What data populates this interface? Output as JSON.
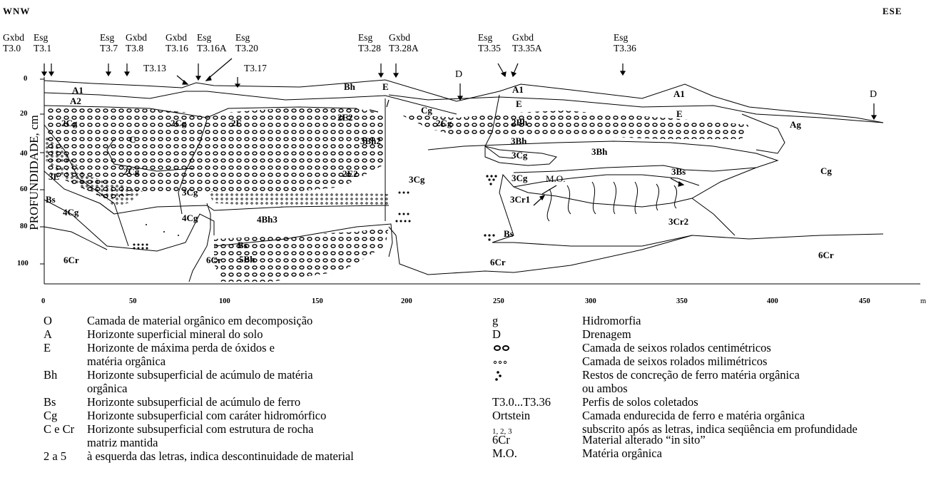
{
  "header": {
    "left_dir": "WNW",
    "right_dir": "ESE"
  },
  "profiles": [
    {
      "cls": "Gxbd",
      "id": "T3.0"
    },
    {
      "cls": "Esg",
      "id": "T3.1"
    },
    {
      "cls": "Esg",
      "id": "T3.7"
    },
    {
      "cls": "Gxbd",
      "id": "T3.8"
    },
    {
      "cls": "Gxbd",
      "id": "T3.16"
    },
    {
      "cls": "Esg",
      "id": "T3.16A"
    },
    {
      "cls": "Esg",
      "id": "T3.20"
    },
    {
      "cls": "Esg",
      "id": "T3.28"
    },
    {
      "cls": "Gxbd",
      "id": "T3.28A"
    },
    {
      "cls": "Esg",
      "id": "T3.35"
    },
    {
      "cls": "Gxbd",
      "id": "T3.35A"
    },
    {
      "cls": "Esg",
      "id": "T3.36"
    }
  ],
  "minor_profiles": [
    "T3.13",
    "T3.17"
  ],
  "drainage_labels": [
    "D",
    "D"
  ],
  "y_axis": {
    "label": "PROFUNDIDADE, cm",
    "ticks": [
      "0",
      "20",
      "40",
      "60",
      "80",
      "100"
    ]
  },
  "x_axis": {
    "ticks": [
      "0",
      "50",
      "100",
      "150",
      "200",
      "250",
      "300",
      "350",
      "400",
      "450"
    ],
    "unit": "m"
  },
  "horizons": [
    "A1",
    "A2",
    "2Cg",
    "C",
    "2Cg",
    "2E",
    "3E",
    "Bs",
    "2Cg",
    "3Cg",
    "4Cg",
    "4Cg",
    "4Bh3",
    "6Cr",
    "6Cr",
    "Bs",
    "5Bh",
    "Bh",
    "E",
    "2E2",
    "3Bh2",
    "2E2",
    "Cg",
    "3Cg",
    "2Cg",
    "A1",
    "E",
    "2Bh",
    "3Bh",
    "3Cg",
    "3Cg",
    "M.O.",
    "3Cr1",
    "Bs",
    "6Cr",
    "3Bh",
    "A1",
    "E",
    "3Bs",
    "Ag",
    "Cg",
    "3Cr2",
    "6Cr"
  ],
  "legend_left": [
    {
      "sym": "O",
      "desc": [
        "Camada de material orgânico em decomposição"
      ]
    },
    {
      "sym": "A",
      "desc": [
        "Horizonte superficial mineral do solo"
      ]
    },
    {
      "sym": "E",
      "desc": [
        "Horizonte de máxima perda de óxidos e",
        "matéria orgânica"
      ]
    },
    {
      "sym": "Bh",
      "desc": [
        "Horizonte subsuperficial de acúmulo de matéria",
        "orgânica"
      ]
    },
    {
      "sym": "Bs",
      "desc": [
        "Horizonte subsuperficial de acúmulo de ferro"
      ]
    },
    {
      "sym": "Cg",
      "desc": [
        "Horizonte subsuperficial com caráter hidromórfico"
      ]
    },
    {
      "sym": "C e Cr",
      "desc": [
        "Horizonte subsuperficial com estrutura de rocha",
        "matriz mantida"
      ]
    },
    {
      "sym": "2 a 5",
      "desc": [
        "à esquerda das letras, indica descontinuidade de material"
      ]
    }
  ],
  "legend_right": [
    {
      "sym": "g",
      "desc": "Hidromorfia"
    },
    {
      "sym": "D",
      "desc": "Drenagem"
    },
    {
      "sym": "",
      "desc": "Camada de seixos rolados centimétricos"
    },
    {
      "sym": "",
      "desc": "Camada de seixos rolados milimétricos"
    },
    {
      "sym": "",
      "desc": "Restos de concreção de ferro matéria orgânica"
    },
    {
      "sym": "",
      "desc": "ou ambos"
    },
    {
      "sym": "T3.0...T3.36",
      "desc": "Perfis de solos coletados"
    },
    {
      "sym": "Ortstein",
      "desc": "Camada endurecida de ferro e matéria orgânica"
    },
    {
      "sym": "1, 2, 3",
      "desc": "subscrito após as letras, indica seqüência em profundidade"
    },
    {
      "sym": "6Cr",
      "desc": "Material alterado “in sito”"
    },
    {
      "sym": "M.O.",
      "desc": "Matéria orgânica"
    }
  ]
}
